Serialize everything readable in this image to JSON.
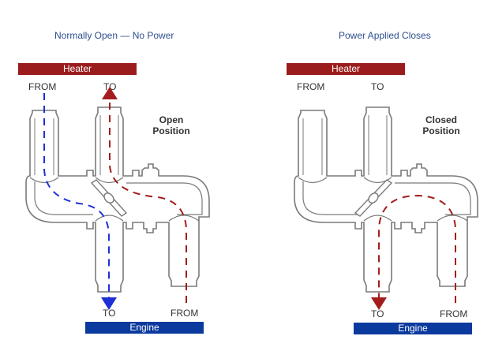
{
  "diagrams": [
    {
      "title": "Normally Open — No Power",
      "heater_label": "Heater",
      "engine_label": "Engine",
      "top_left_label": "FROM",
      "top_right_label": "TO",
      "bottom_left_label": "TO",
      "bottom_right_label": "FROM",
      "position_line1": "Open",
      "position_line2": "Position",
      "state": "open",
      "flows": [
        {
          "from": "Heater",
          "to": "Engine",
          "color": "#1f2fd6"
        },
        {
          "from": "Engine",
          "to": "Heater",
          "color": "#a31d1d"
        }
      ]
    },
    {
      "title": "Power Applied Closes",
      "heater_label": "Heater",
      "engine_label": "Engine",
      "top_left_label": "FROM",
      "top_right_label": "TO",
      "bottom_left_label": "TO",
      "bottom_right_label": "FROM",
      "position_line1": "Closed",
      "position_line2": "Position",
      "state": "closed",
      "flows": [
        {
          "from": "Engine",
          "to": "Engine",
          "color": "#a31d1d"
        }
      ]
    }
  ],
  "colors": {
    "heater_bar": "#9b1c1c",
    "engine_bar": "#0b3a9e",
    "title_text": "#2d4f8e",
    "outline": "#777777"
  }
}
